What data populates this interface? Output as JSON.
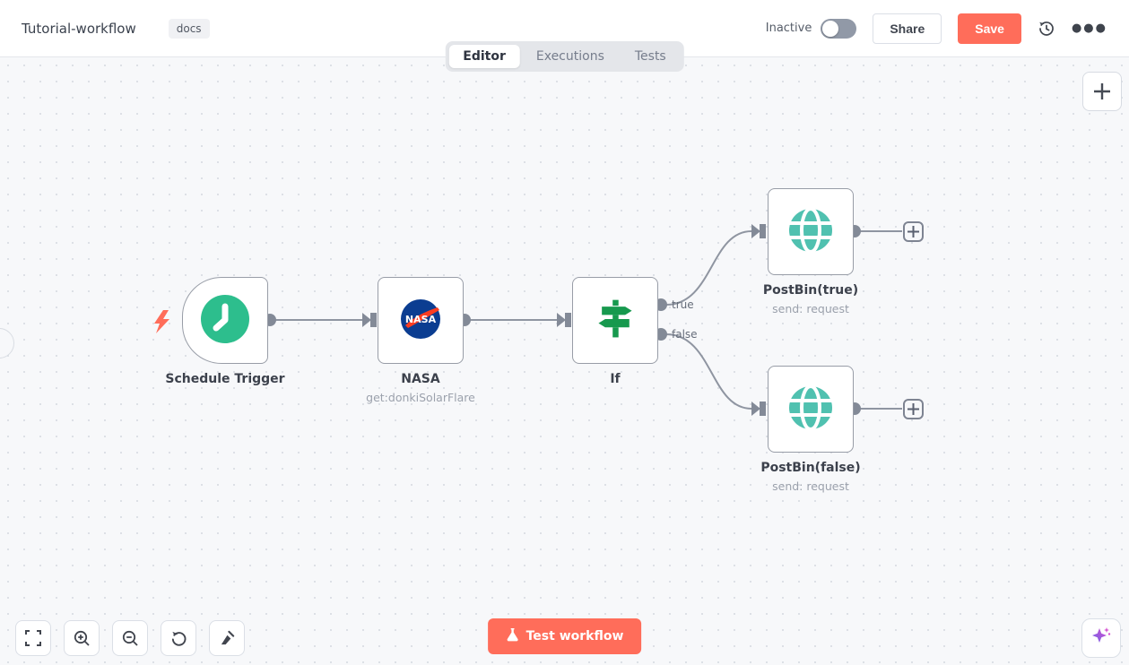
{
  "header": {
    "title": "Tutorial-workflow",
    "tag": "docs",
    "status_label": "Inactive",
    "share_label": "Share",
    "save_label": "Save"
  },
  "tabs": {
    "editor": "Editor",
    "executions": "Executions",
    "tests": "Tests",
    "active": "Editor"
  },
  "nodes": {
    "schedule": {
      "label": "Schedule Trigger"
    },
    "nasa": {
      "label": "NASA",
      "subtitle": "get:donkiSolarFlare"
    },
    "if": {
      "label": "If",
      "true_label": "true",
      "false_label": "false"
    },
    "postbin_true": {
      "label": "PostBin(true)",
      "subtitle": "send: request"
    },
    "postbin_false": {
      "label": "PostBin(false)",
      "subtitle": "send: request"
    }
  },
  "footer": {
    "test_label": "Test workflow"
  },
  "colors": {
    "accent": "#ff6d5a",
    "trigger_green": "#2dbe8d",
    "if_green": "#17994e",
    "globe_teal": "#50c1b0",
    "nasa_blue": "#0b3d91",
    "nasa_red": "#fc3d21",
    "connector_gray": "#8f95a1"
  }
}
